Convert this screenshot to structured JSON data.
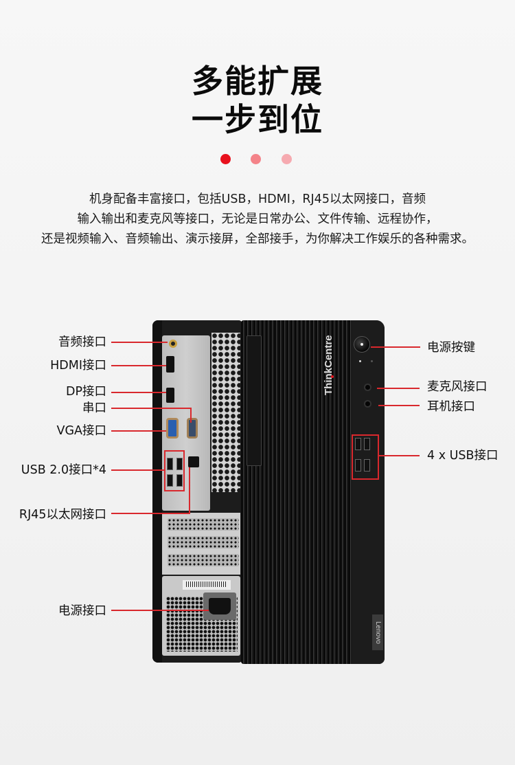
{
  "header": {
    "title_line1": "多能扩展",
    "title_line2": "一步到位"
  },
  "pager": {
    "dots": [
      {
        "color": "#e8111d",
        "active": true
      },
      {
        "color": "#f48389",
        "active": false
      },
      {
        "color": "#f6aab0",
        "active": false
      }
    ]
  },
  "description": {
    "lines": [
      "机身配备丰富接口，包括USB，HDMI，RJ45以太网接口，音频",
      "输入输出和麦克风等接口，无论是日常办公、文件传输、远程协作，",
      "还是视频输入、音频输出、演示接屏，全部接手，为你解决工作娱乐的各种需求。"
    ]
  },
  "rear_labels": [
    {
      "id": "audio",
      "label": "音频接口"
    },
    {
      "id": "hdmi",
      "label": "HDMI接口"
    },
    {
      "id": "dp",
      "label": "DP接口"
    },
    {
      "id": "serial",
      "label": "串口"
    },
    {
      "id": "vga",
      "label": "VGA接口"
    },
    {
      "id": "usb2",
      "label": "USB 2.0接口*4"
    },
    {
      "id": "rj45",
      "label": "RJ45以太网接口"
    },
    {
      "id": "power_socket",
      "label": "电源接口"
    }
  ],
  "front_labels": [
    {
      "id": "power_button",
      "label": "电源按键"
    },
    {
      "id": "mic",
      "label": "麦克风接口"
    },
    {
      "id": "headphone",
      "label": "耳机接口"
    },
    {
      "id": "front_usb",
      "label": "4 x USB接口"
    }
  ],
  "product": {
    "brand_front": "ThinkCentre",
    "brand_badge": "Lenovo"
  },
  "colors": {
    "accent": "#d9282d",
    "background": "#f4f4f4"
  }
}
